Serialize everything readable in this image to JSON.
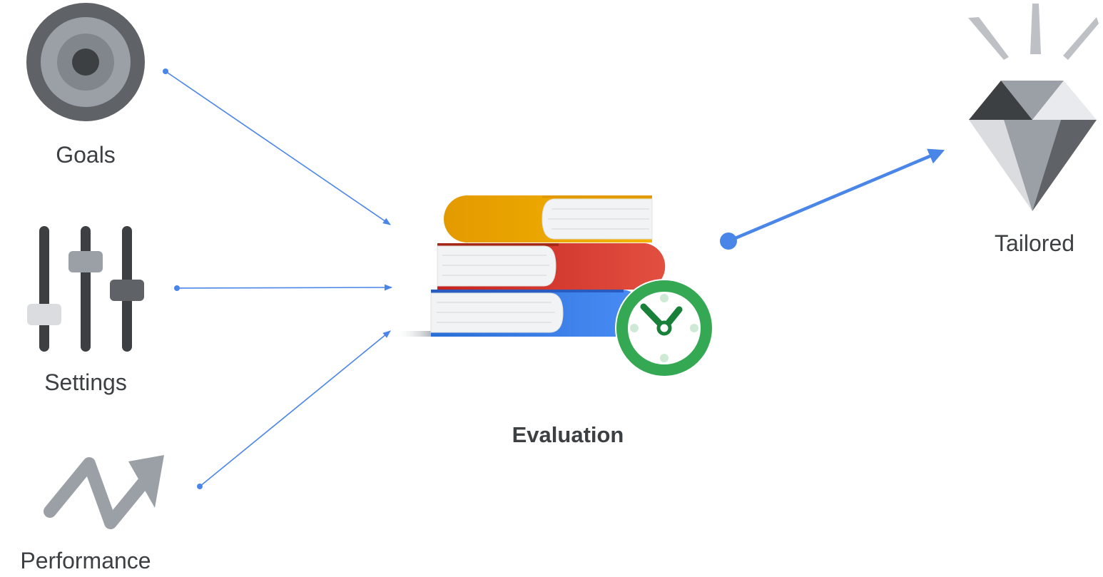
{
  "inputs": {
    "goals": "Goals",
    "settings": "Settings",
    "performance": "Performance"
  },
  "center": {
    "label": "Evaluation"
  },
  "output": {
    "label": "Tailored"
  },
  "colors": {
    "connector": "#4a86e8",
    "text": "#3c4043",
    "book_top": "#f2b200",
    "book_middle": "#e04433",
    "book_bottom": "#4285f4",
    "clock": "#34a853"
  },
  "icons": [
    "target-icon",
    "sliders-icon",
    "trend-arrow-icon",
    "books-icon",
    "clock-icon",
    "diamond-icon"
  ]
}
